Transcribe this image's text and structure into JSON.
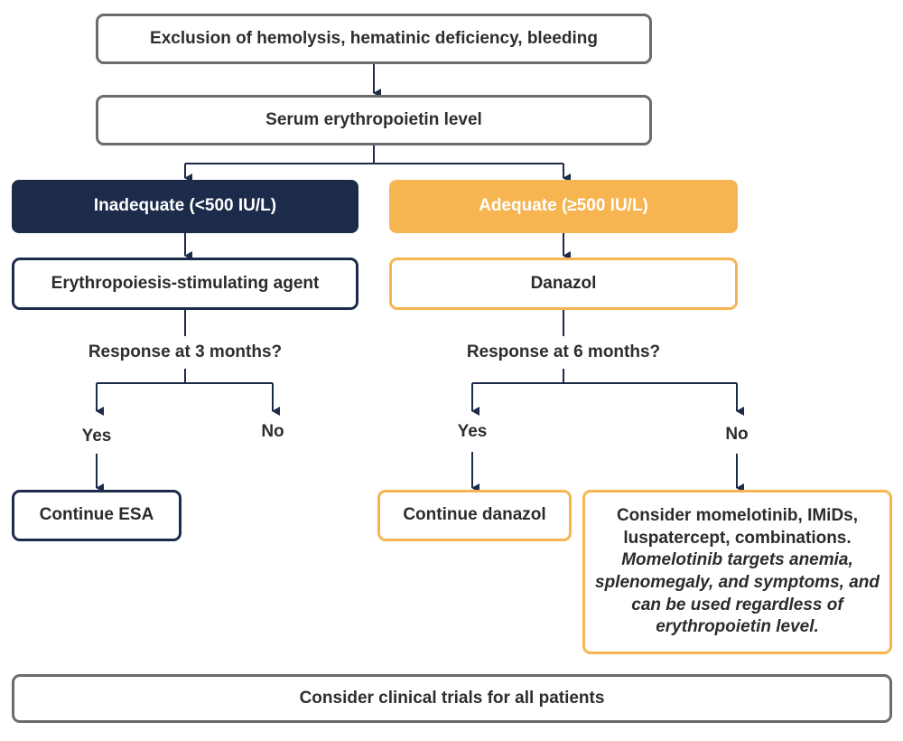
{
  "nodes": {
    "exclusion": "Exclusion of hemolysis, hematinic deficiency, bleeding",
    "serum_epo": "Serum erythropoietin level",
    "inadequate": "Inadequate (<500 IU/L)",
    "adequate": "Adequate (≥500 IU/L)",
    "esa": "Erythropoiesis-stimulating agent",
    "danazol": "Danazol",
    "continue_esa": "Continue ESA",
    "continue_danazol": "Continue danazol",
    "consider_options": {
      "bold": "Consider momelotinib, IMiDs, luspatercept, combinations.",
      "italic": "Momelotinib targets anemia, splenomegaly, and symptoms, and can be used regardless of erythropoietin level."
    },
    "clinical_trials": "Consider clinical trials for all patients"
  },
  "labels": {
    "response_3m": "Response at 3 months?",
    "response_6m": "Response at 6 months?",
    "yes_left": "Yes",
    "no_left": "No",
    "yes_right": "Yes",
    "no_right": "No"
  },
  "colors": {
    "navy": "#1c2b4a",
    "orange": "#f6b550",
    "grey_border": "#6b6b6b",
    "text": "#2b2b2b"
  }
}
